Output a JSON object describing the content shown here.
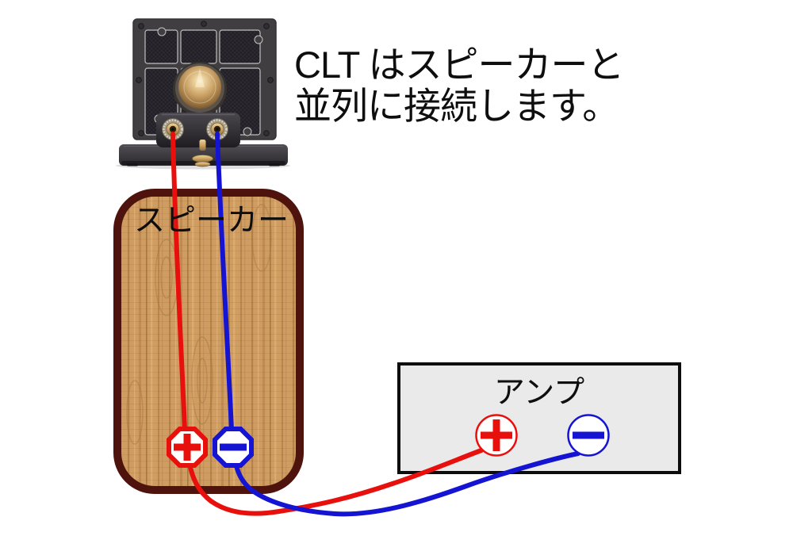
{
  "heading": {
    "line1": "CLT はスピーカーと",
    "line2": "並列に接続します。"
  },
  "speaker": {
    "label": "スピーカー",
    "terminals": [
      {
        "polarity": "plus",
        "symbol": "+",
        "shape": "octagon",
        "color": "#e8100c"
      },
      {
        "polarity": "minus",
        "symbol": "−",
        "shape": "octagon",
        "color": "#1414d2"
      }
    ]
  },
  "amp": {
    "label": "アンプ",
    "terminals": [
      {
        "polarity": "plus",
        "symbol": "+",
        "shape": "circle",
        "color": "#e8100c"
      },
      {
        "polarity": "minus",
        "symbol": "−",
        "shape": "circle",
        "color": "#1414d2"
      }
    ]
  },
  "wires": [
    {
      "name": "positive-wire",
      "color": "#e8100c",
      "from": "CLT + / speaker +",
      "to": "amp +"
    },
    {
      "name": "negative-wire",
      "color": "#1414d2",
      "from": "CLT − / speaker −",
      "to": "amp −"
    }
  ],
  "colors": {
    "wire_red": "#e8100c",
    "wire_blue": "#1414d2",
    "speaker_border": "#4f130d",
    "speaker_wood": "#cf9c62",
    "amp_fill": "#eaeaea",
    "amp_border": "#0d0d0d",
    "text": "#0e0e0e"
  }
}
